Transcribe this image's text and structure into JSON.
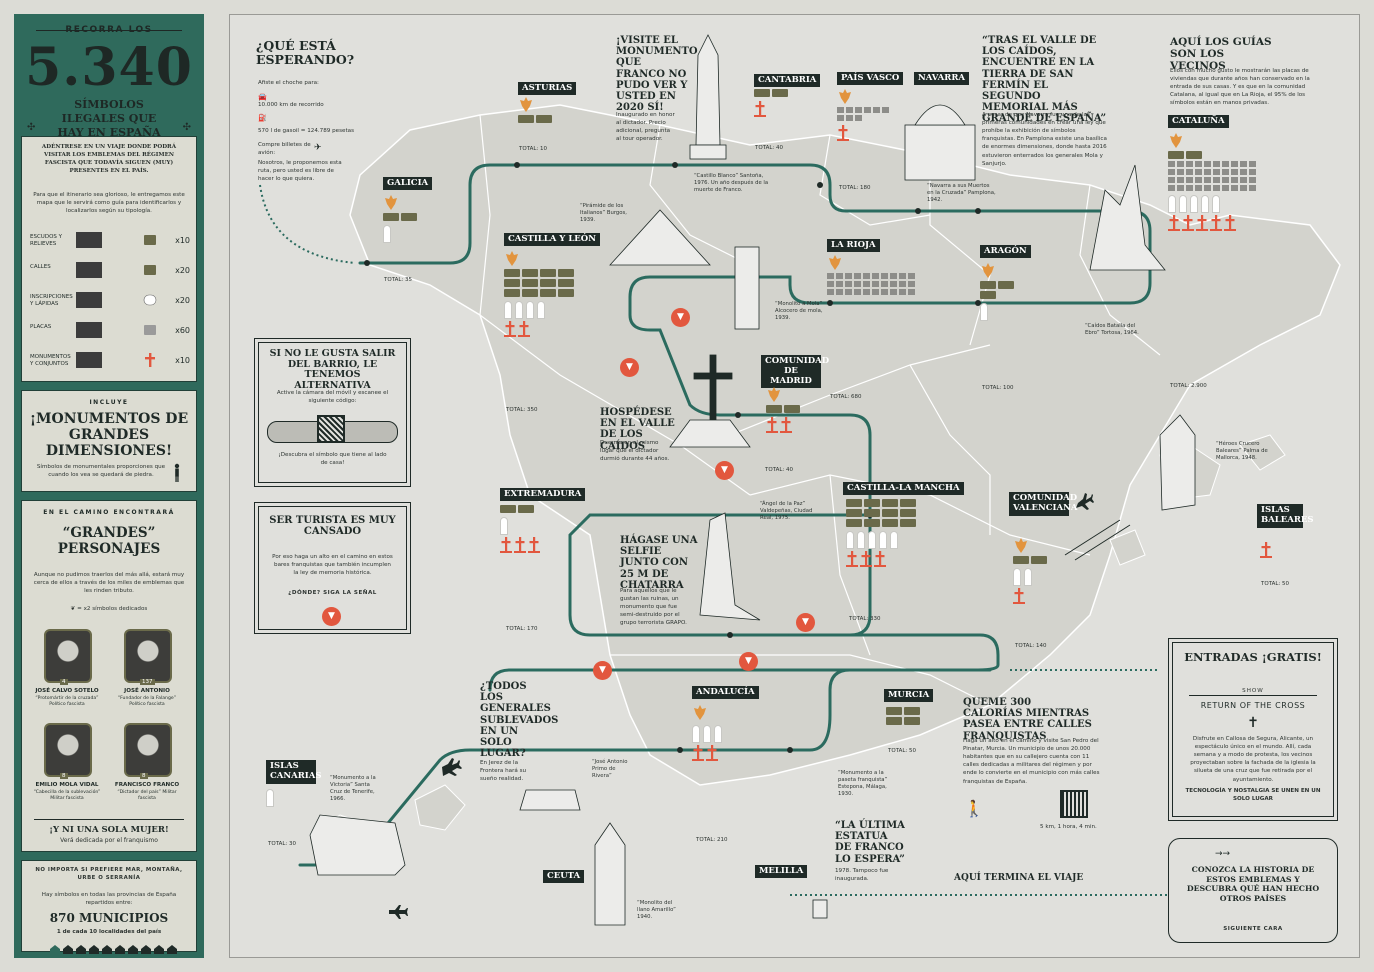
{
  "sidebar": {
    "header_top": "RECORRA LOS",
    "big_number": "5.340",
    "header_sub": "SÍMBOLOS ILEGALES QUE HAY EN ESPAÑA",
    "intro_title": "ADÉNTRESE EN UN VIAJE DONDE PODRÁ VISITAR LOS EMBLEMAS DEL RÉGIMEN FASCISTA QUE TODAVÍA SIGUEN (MUY) PRESENTES EN EL PAÍS.",
    "intro_body": "Para que el itinerario sea glorioso, le entregamos este mapa que le servirá como guía para identificarlos y localizarlos según su tipología.",
    "legend": [
      {
        "label": "ESCUDOS Y RELIEVES",
        "mult": "x10"
      },
      {
        "label": "CALLES",
        "mult": "x20"
      },
      {
        "label": "INSCRIPCIONES Y LÁPIDAS",
        "mult": "x20"
      },
      {
        "label": "PLACAS",
        "mult": "x60"
      },
      {
        "label": "MONUMENTOS Y CONJUNTOS",
        "mult": "x10"
      }
    ],
    "includes_small": "INCLUYE",
    "includes_title": "¡MONUMENTOS DE GRANDES DIMENSIONES!",
    "includes_body": "Símbolos de monumentales proporciones que cuando los vea se quedará de piedra.",
    "chars_small": "EN EL CAMINO ENCONTRARÁ",
    "chars_title": "“GRANDES” PERSONAJES",
    "chars_body": "Aunque no pudimos traerlos del más allá, estará muy cerca de ellos a través de los miles de emblemas que les rinden tributo.",
    "chars_legend": "= x2 símbolos dedicados",
    "persons": [
      {
        "name": "JOSÉ CALVO SOTELO",
        "role": "“Protomártir de la cruzada” Político fascista",
        "num": "4"
      },
      {
        "name": "JOSÉ ANTONIO",
        "role": "“Fundador de la Falange” Político fascista",
        "num": "137"
      },
      {
        "name": "EMILIO MOLA VIDAL",
        "role": "“Cabecilla de la sublevación” Militar fascista",
        "num": "8"
      },
      {
        "name": "FRANCISCO FRANCO",
        "role": "“Dictador del país” Militar fascista",
        "num": "8"
      }
    ],
    "woman_title": "¡Y NI UNA SOLA MUJER!",
    "woman_body": "Verá dedicada por el franquismo",
    "footer_top": "NO IMPORTA SI PREFIERE MAR, MONTAÑA, URBE O SERRANÍA",
    "footer_body": "Hay símbolos en todas las provincias de España repartidos entre:",
    "footer_big": "870 MUNICIPIOS",
    "footer_sub": "1 de cada 10 localidades del país"
  },
  "map": {
    "esperando_title": "¿QUÉ ESTÁ ESPERANDO?",
    "esperando_body": "Afiste el choche para:",
    "esperando_km": "10.000 km de recorrido",
    "esperando_fuel": "570 l de gasoil = 124.789 pesetas",
    "esperando_plane": "Compre billetes de avión:",
    "esperando_plane_body": "Nosotros, le proponemos esta ruta, pero usted es libre de hacer lo que quiera.",
    "franco_title": "¡VISITE EL MONUMENTO QUE FRANCO NO PUDO VER Y USTED EN 2020 SÍ!",
    "franco_body": "Inaugurado en honor al dictador. Precio adicional, pregunta al tour operador.",
    "franco_caption": "“Castillo Blanco” Santoña, 1976. Un año después de la muerte de Franco.",
    "valle_title": "“TRAS EL VALLE DE LOS CAÍDOS, ENCUENTRE EN LA TIERRA DE SAN FERMÍN EL SEGUNDO MEMORIAL MÁS GRANDE DE ESPAÑA”",
    "valle_body": "A pesar de que Navarra fue una de las primeras comunidades en crear una ley que prohíbe la exhibición de símbolos franquistas. En Pamplona existe una basílica de enormes dimensiones, donde hasta 2016 estuvieron enterrados los generales Mola y Sanjurjo.",
    "navarra_caption": "“Navarra a sus Muertos en la Cruzada” Pamplona, 1942.",
    "guias_title": "AQUÍ LOS GUÍAS SON LOS VECINOS",
    "guias_body": "Ellos con mucho gusto le mostrarán las placas de viviendas que durante años han conservado en la entrada de sus casas. Y es que en la comunidad Catalana, al igual que en La Rioja, el 95% de los símbolos están en manos privadas.",
    "piramide_caption": "“Pirámide de los Italianos” Burgos, 1939.",
    "mola_caption": "“Monolito a Mola” Alcocero de mola, 1939.",
    "ebro_caption": "“Caídos Batalla del Ebro” Tortosa, 1964.",
    "hospedese_title": "HOSPÉDESE EN EL VALLE DE LOS CAÍDOS",
    "hospedese_body": "Duerma en el mismo lugar que el dictador durmió durante 44 años.",
    "barrio_title": "SI NO LE GUSTA SALIR DEL BARRIO, LE TENEMOS ALTERNATIVA",
    "barrio_body": "Active la cámara del móvil y escanee el siguiente código:",
    "barrio_foot": "¡Descubra el símbolo que tiene al lado de casa!",
    "cansado_title": "SER TURISTA ES MUY CANSADO",
    "cansado_body": "Por eso haga un alto en el camino en estos bares franquistas que también incumplen la ley de memoria histórica.",
    "cansado_foot": "¿DÓNDE? SIGA LA SEÑAL",
    "selfie_title": "HÁGASE UNA SELFIE JUNTO CON 25 M DE CHATARRA",
    "selfie_body": "Para aquellos que le gustan las ruinas, un monumento que fue semi-destruido por el grupo terrorista GRAPO.",
    "angel_caption": "“Ángel de la Paz” Valdepeñas, Ciudad Real, 1975.",
    "baleares_caption": "“Héroes Crucero Baleares” Palma de Mallorca, 1948.",
    "generales_title": "¿TODOS LOS GENERALES SUBLEVADOS EN UN SOLO LUGAR?",
    "generales_body": "En Jerez de la Frontera hará su sueño realidad.",
    "primo_caption": "“José Antonio Primo de Rivera”",
    "calorias_title": "QUEME 300 CALORÍAS MIENTRAS PASEA ENTRE CALLES FRANQUISTAS",
    "calorias_body": "Haga un alto en el camino y visite San Pedro del Pinatar, Murcia. Un municipio de unos 20.000 habitantes que en su callejero cuenta con 11 calles dedicadas a militares del régimen y por ende lo convierte en el municipio con más calles franquistas de España.",
    "calorias_foot": "5 km, 1 hora, 4 min.",
    "estepona_caption": "“Monumento a la paseta franquista” Estepona, Málaga, 1930.",
    "ultima_title": "“LA ÚLTIMA ESTATUA DE FRANCO LO ESPERA”",
    "ultima_body": "1978. Tampoco fue inaugurada.",
    "fin": "AQUÍ TERMINA EL VIAJE",
    "canarias_caption": "“Monumento a la Victoria” Santa Cruz de Tenerife, 1966.",
    "ceuta_caption": "“Monolito del llano Amarillo” 1940.",
    "entradas_title": "ENTRADAS ¡GRATIS!",
    "entradas_show": "SHOW",
    "entradas_name": "RETURN OF THE CROSS",
    "entradas_body": "Disfrute en Callosa de Segura, Alicante, un espectáculo único en el mundo. Allí, cada semana y a modo de protesta, los vecinos proyectaban sobre la fachada de la iglesia la silueta de una cruz que fue retirada por el ayuntamiento.",
    "entradas_foot": "TECNOLOGÍA Y NOSTALGIA SE UNEN EN UN SOLO LUGAR",
    "historia_title": "CONOZCA LA HISTORIA DE ESTOS EMBLEMAS Y DESCUBRA QUÉ HAN HECHO OTROS PAÍSES",
    "historia_foot": "SIGUIENTE CARA",
    "regions": [
      {
        "key": "asturias",
        "name": "ASTURIAS",
        "total": "TOTAL: 10"
      },
      {
        "key": "cantabria",
        "name": "CANTABRIA",
        "total": "TOTAL: 40"
      },
      {
        "key": "pvasco",
        "name": "PAÍS VASCO",
        "total": "TOTAL: 180"
      },
      {
        "key": "navarra",
        "name": "NAVARRA",
        "total": ""
      },
      {
        "key": "galicia",
        "name": "GALICIA",
        "total": "TOTAL: 35"
      },
      {
        "key": "cyl",
        "name": "CASTILLA Y LEÓN",
        "total": "TOTAL: 350"
      },
      {
        "key": "rioja",
        "name": "LA RIOJA",
        "total": "TOTAL: 680"
      },
      {
        "key": "aragon",
        "name": "ARAGÓN",
        "total": "TOTAL: 100"
      },
      {
        "key": "cataluna",
        "name": "CATALUÑA",
        "total": "TOTAL: 2.900"
      },
      {
        "key": "madrid",
        "name": "COMUNIDAD DE MADRID",
        "total": "TOTAL: 40"
      },
      {
        "key": "extremadura",
        "name": "EXTREMADURA",
        "total": "TOTAL: 170"
      },
      {
        "key": "clm",
        "name": "CASTILLA-LA MANCHA",
        "total": "TOTAL: 330"
      },
      {
        "key": "valenciana",
        "name": "COMUNIDAD VALENCIANA",
        "total": "TOTAL: 140"
      },
      {
        "key": "baleares",
        "name": "ISLAS BALEARES",
        "total": "TOTAL: 50"
      },
      {
        "key": "andalucia",
        "name": "ANDALUCÍA",
        "total": "TOTAL: 210"
      },
      {
        "key": "murcia",
        "name": "MURCIA",
        "total": "TOTAL: 50"
      },
      {
        "key": "canarias",
        "name": "ISLAS CANARIAS",
        "total": "TOTAL: 30"
      },
      {
        "key": "ceuta",
        "name": "CEUTA",
        "total": ""
      },
      {
        "key": "melilla",
        "name": "MELILLA",
        "total": ""
      }
    ]
  },
  "colors": {
    "teal": "#2f6a5c",
    "route": "#2b6b5f",
    "olive": "#6a6a4a",
    "red": "#e2573e",
    "dark": "#1f2a27",
    "bg": "#e0e0dc"
  }
}
